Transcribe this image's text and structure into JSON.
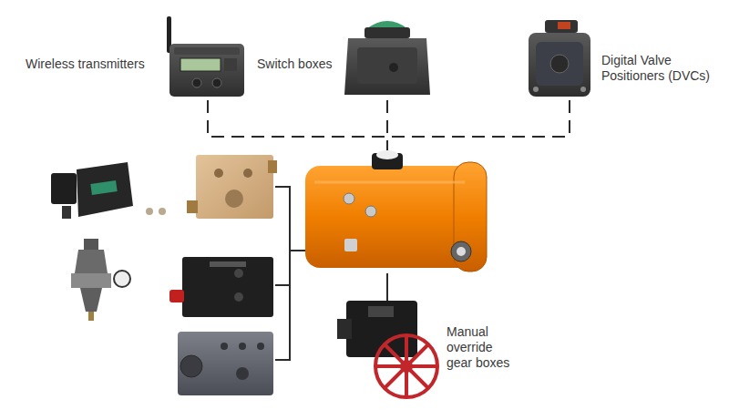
{
  "diagram": {
    "labels": [
      "Wireless transmitters",
      "Switch boxes",
      "Digital Valve Positioners (DVCs)",
      "Manual override gear boxes"
    ]
  }
}
